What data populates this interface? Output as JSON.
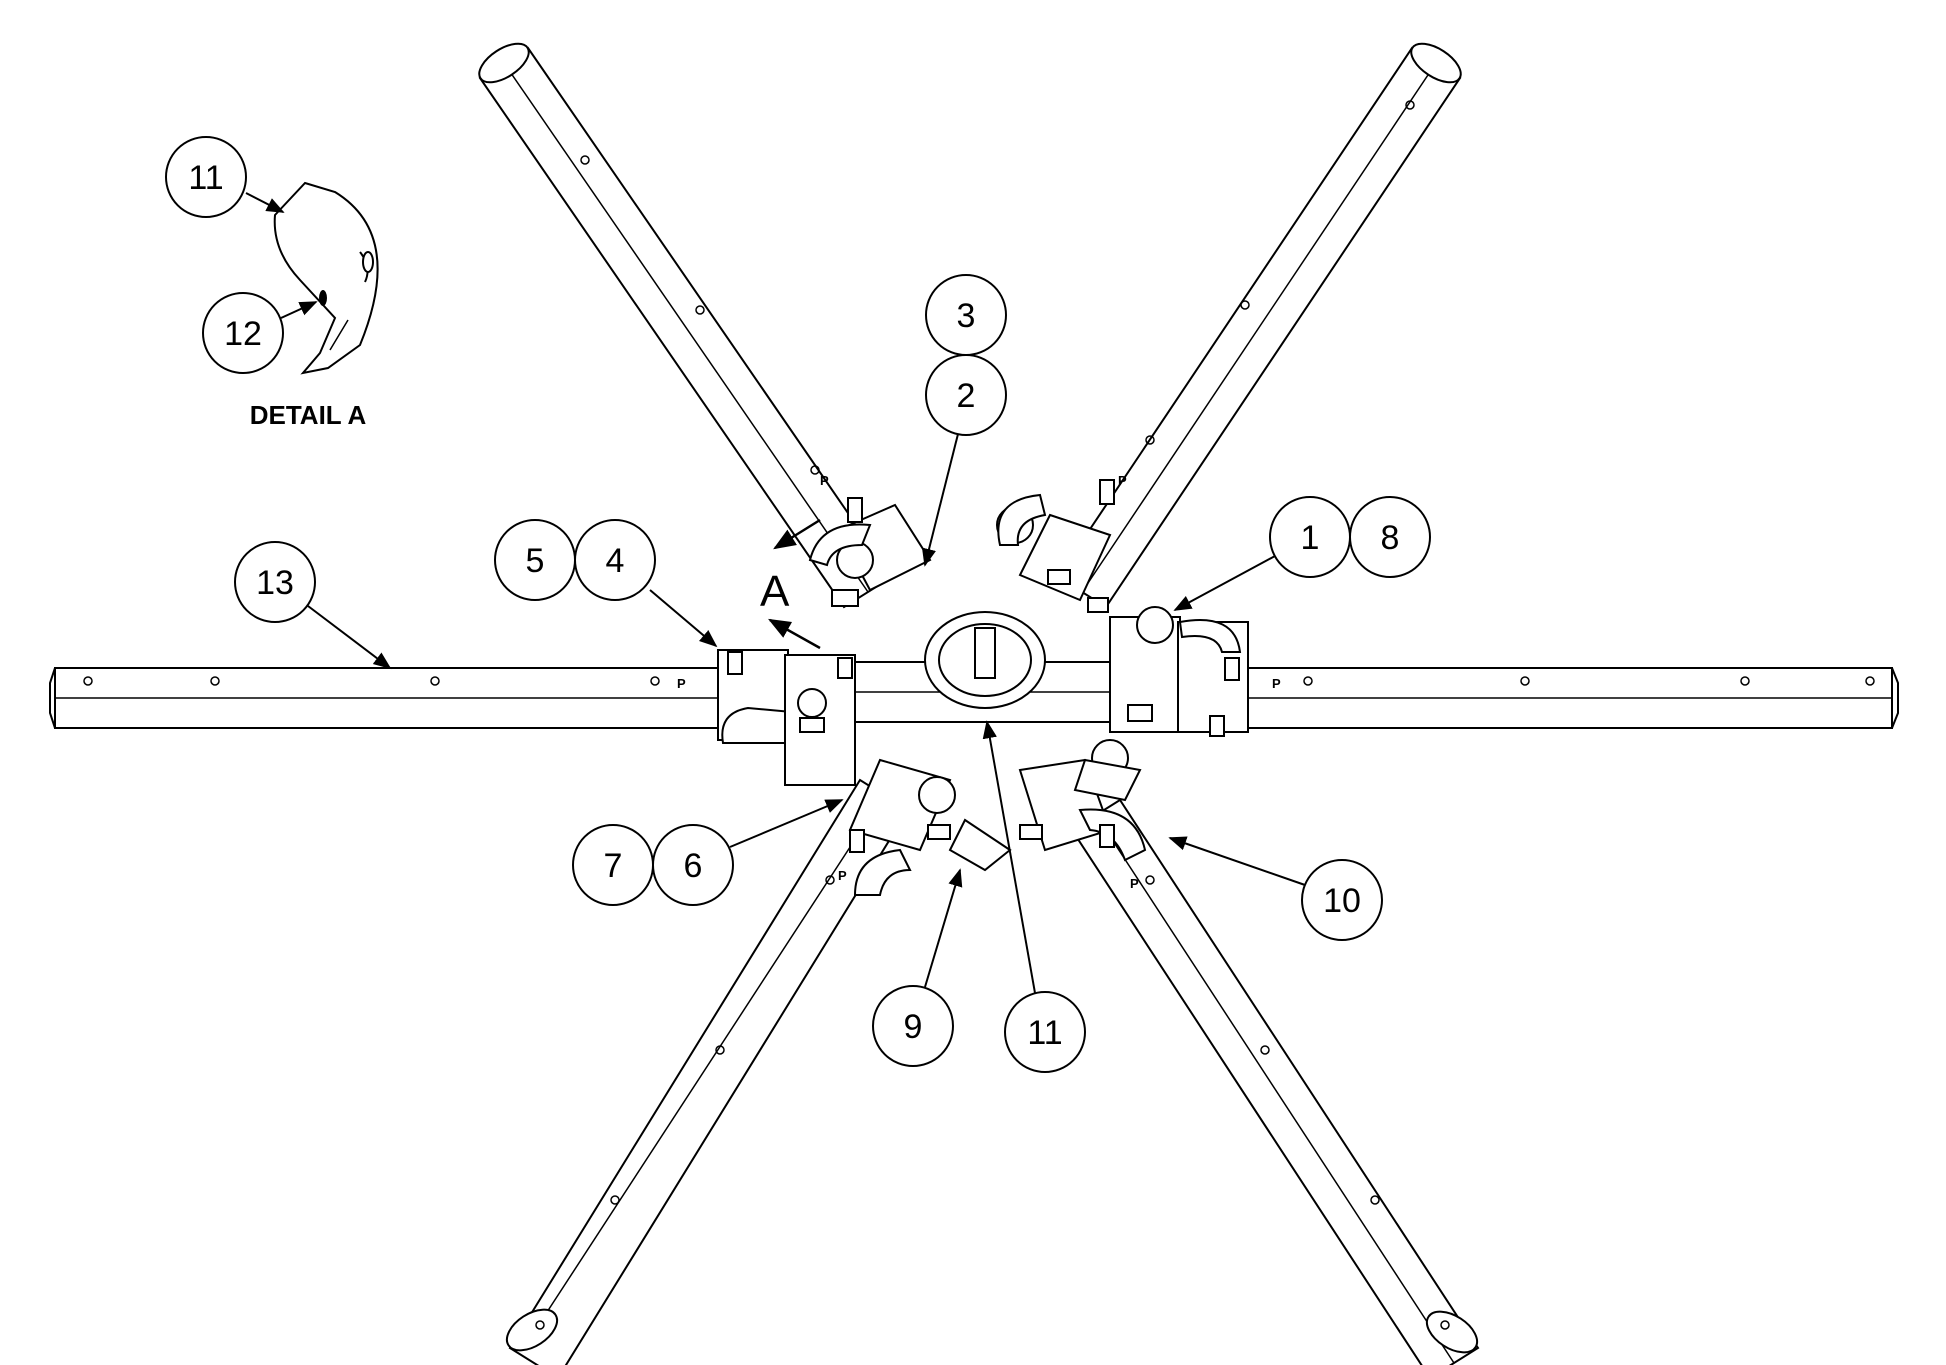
{
  "detail": {
    "title": "DETAIL  A",
    "callouts": [
      "11",
      "12"
    ]
  },
  "view_marker": "A",
  "stamp_letter": "P",
  "callouts": [
    "1",
    "2",
    "3",
    "4",
    "5",
    "6",
    "7",
    "8",
    "9",
    "10",
    "11",
    "13"
  ],
  "colors": {
    "line": "#000000",
    "paper": "#ffffff"
  }
}
